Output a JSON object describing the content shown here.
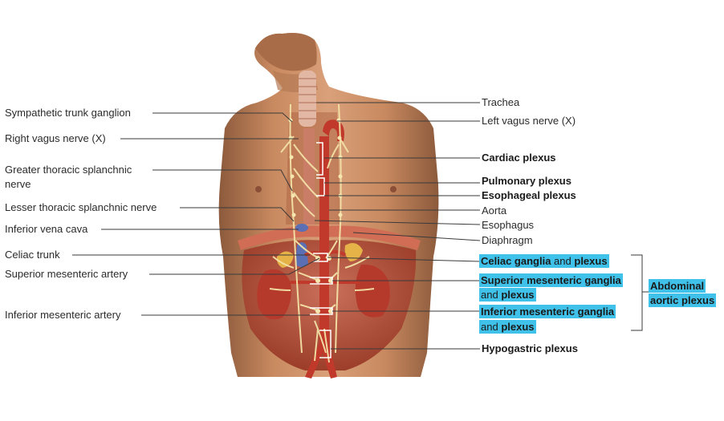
{
  "left_labels": [
    {
      "id": "sympathetic-trunk-ganglion",
      "text": "Sympathetic trunk ganglion"
    },
    {
      "id": "right-vagus-nerve",
      "text": "Right vagus nerve (X)"
    },
    {
      "id": "greater-thoracic-splanchnic-nerve",
      "line1": "Greater thoracic splanchnic",
      "line2": "nerve"
    },
    {
      "id": "lesser-thoracic-splanchnic-nerve",
      "text": "Lesser thoracic splanchnic nerve"
    },
    {
      "id": "inferior-vena-cava",
      "text": "Inferior vena cava"
    },
    {
      "id": "celiac-trunk",
      "text": "Celiac trunk"
    },
    {
      "id": "superior-mesenteric-artery",
      "text": "Superior mesenteric artery"
    },
    {
      "id": "inferior-mesenteric-artery",
      "text": "Inferior mesenteric artery"
    }
  ],
  "right_labels": {
    "trachea": "Trachea",
    "left_vagus": "Left vagus nerve (X)",
    "cardiac_plexus": "Cardiac plexus",
    "pulmonary_plexus": "Pulmonary plexus",
    "esophageal_plexus": "Esophageal plexus",
    "aorta": "Aorta",
    "esophagus": "Esophagus",
    "diaphragm": "Diaphragm",
    "hypogastric_plexus": "Hypogastric plexus"
  },
  "highlighted_labels": {
    "celiac": {
      "part1": "Celiac ganglia",
      "and": "and",
      "part2": "plexus"
    },
    "superior": {
      "line1": "Superior mesenteric ganglia",
      "and": "and",
      "part2": "plexus"
    },
    "inferior": {
      "line1": "Inferior mesenteric ganglia",
      "and": "and",
      "part2": "plexus"
    }
  },
  "bracket_label": {
    "line1": "Abdominal",
    "line2": "aortic plexus"
  },
  "colors": {
    "highlight": "#3fc1ea",
    "skin": "#c98a60",
    "muscle": "#b5482f",
    "artery": "#c0392b",
    "nerve": "#f3e2a6",
    "kidney": "#b63a2c",
    "ivc": "#5b6fb5",
    "leader_line": "#3a3a3a"
  }
}
